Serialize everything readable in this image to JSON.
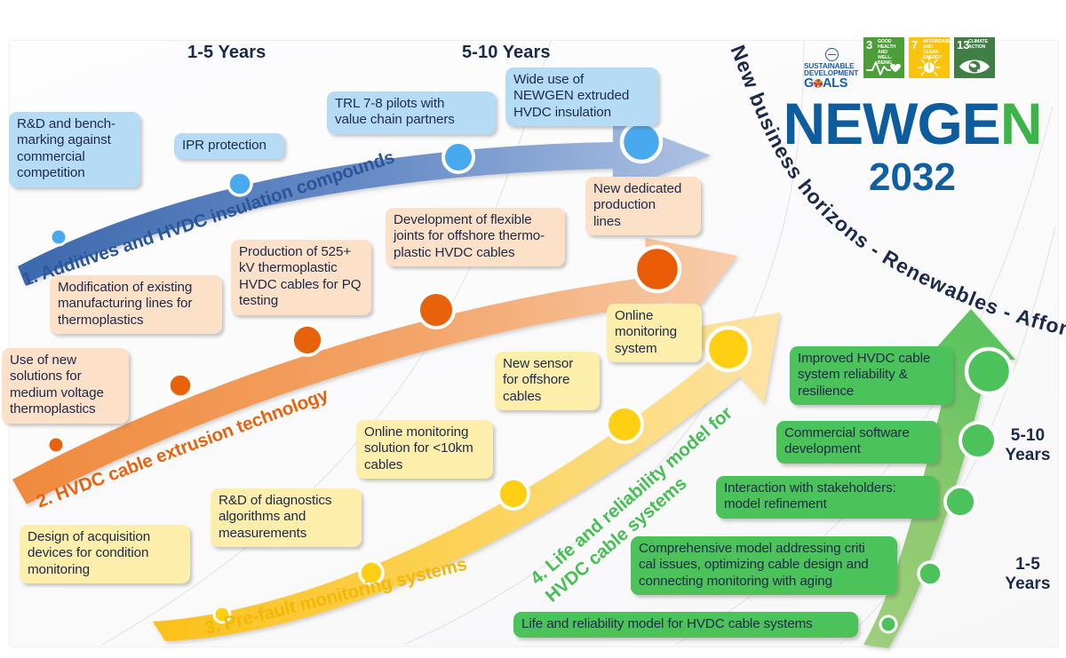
{
  "frame": {
    "background": "#fbfbfc"
  },
  "phases": {
    "top_left": "1-5 Years",
    "top_right": "5-10 Years",
    "right_upper": "5-10\nYears",
    "right_lower": "1-5\nYears"
  },
  "headline_arc": "New business horizons  -  Renewables  -  Affordable",
  "logo": {
    "word_blue": "NEWGE",
    "word_green": "N",
    "year": "2032",
    "blue": "#0d5c9e",
    "green": "#3cb44a"
  },
  "sdg": {
    "wordmark": {
      "line1": "SUSTAINABLE",
      "line2": "DEVELOPMENT",
      "line3": "G",
      "line3b": "ALS"
    },
    "goals": [
      {
        "number": "3",
        "title": "GOOD HEALTH\nAND WELL-BEING",
        "color": "#4c9f38",
        "icon": "heartbeat-icon"
      },
      {
        "number": "7",
        "title": "AFFORDABLE AND\nCLEAN ENERGY",
        "color": "#fcc30b",
        "icon": "sun-power-icon"
      },
      {
        "number": "13",
        "title": "CLIMATE\nACTION",
        "color": "#3f7e44",
        "icon": "eye-earth-icon"
      }
    ]
  },
  "tracks": [
    {
      "id": "track-1",
      "label": "1. Additives and HVDC insulation compounds",
      "color": "#2a5699",
      "band_from": "#3f6cb0",
      "band_to": "#a8bfe0",
      "node_color": "#49a9ef",
      "boxes": [
        {
          "text": "R&D and bench-\nmarking against\ncommercial\ncompetition",
          "style": "blue"
        },
        {
          "text": "IPR protection",
          "style": "blue"
        },
        {
          "text": "TRL 7-8 pilots with\nvalue chain partners",
          "style": "blue"
        },
        {
          "text": "Wide use of\nNEWGEN extruded\nHVDC insulation",
          "style": "blue"
        }
      ]
    },
    {
      "id": "track-2",
      "label": "2. HVDC cable extrusion technology",
      "color": "#e8620c",
      "band_from": "#ef8433",
      "band_to": "#f6c09a",
      "node_color": "#e8620c",
      "boxes": [
        {
          "text": "Use of new\nsolutions for\nmedium voltage\nthermoplastics",
          "style": "orange"
        },
        {
          "text": "Modification of existing\nmanufacturing lines for\nthermoplastics",
          "style": "orange"
        },
        {
          "text": "Production of 525+\nkV thermoplastic\nHVDC cables for PQ\ntesting",
          "style": "orange"
        },
        {
          "text": "Development of flexible\njoints for offshore thermo-\nplastic HVDC cables",
          "style": "orange"
        },
        {
          "text": "New dedicated\nproduction\nlines",
          "style": "orange"
        }
      ]
    },
    {
      "id": "track-3",
      "label": "3. Pre-fault monitoring systems",
      "color": "#f2b707",
      "band_from": "#fbbf17",
      "band_to": "#fde19a",
      "node_color": "#ffcf14",
      "boxes": [
        {
          "text": "Design of acquisition\ndevices for condition\nmonitoring",
          "style": "yellow"
        },
        {
          "text": "R&D of diagnostics\nalgorithms and\nmeasurements",
          "style": "yellow"
        },
        {
          "text": "Online monitoring\nsolution for <10km\ncables",
          "style": "yellow"
        },
        {
          "text": "New sensor\nfor offshore\ncables",
          "style": "yellow"
        },
        {
          "text": "Online\nmonitoring\nsystem",
          "style": "yellow"
        }
      ]
    },
    {
      "id": "track-4",
      "label": "4. Life and reliability model for\nHVDC cable systems",
      "color": "#45bf54",
      "band_from": "#a8d585",
      "band_to": "#4cc25a",
      "node_color": "#4cc25a",
      "boxes": [
        {
          "text": "Life and reliability model for HVDC cable systems",
          "style": "green"
        },
        {
          "text": "Comprehensive model addressing criti\ncal issues, optimizing cable design and\nconnecting monitoring with aging",
          "style": "green"
        },
        {
          "text": "Interaction with stakeholders:\nmodel refinement",
          "style": "green"
        },
        {
          "text": "Commercial software\ndevelopment",
          "style": "green"
        },
        {
          "text": "Improved HVDC cable\nsystem reliability &\nresilience",
          "style": "green"
        }
      ]
    }
  ]
}
